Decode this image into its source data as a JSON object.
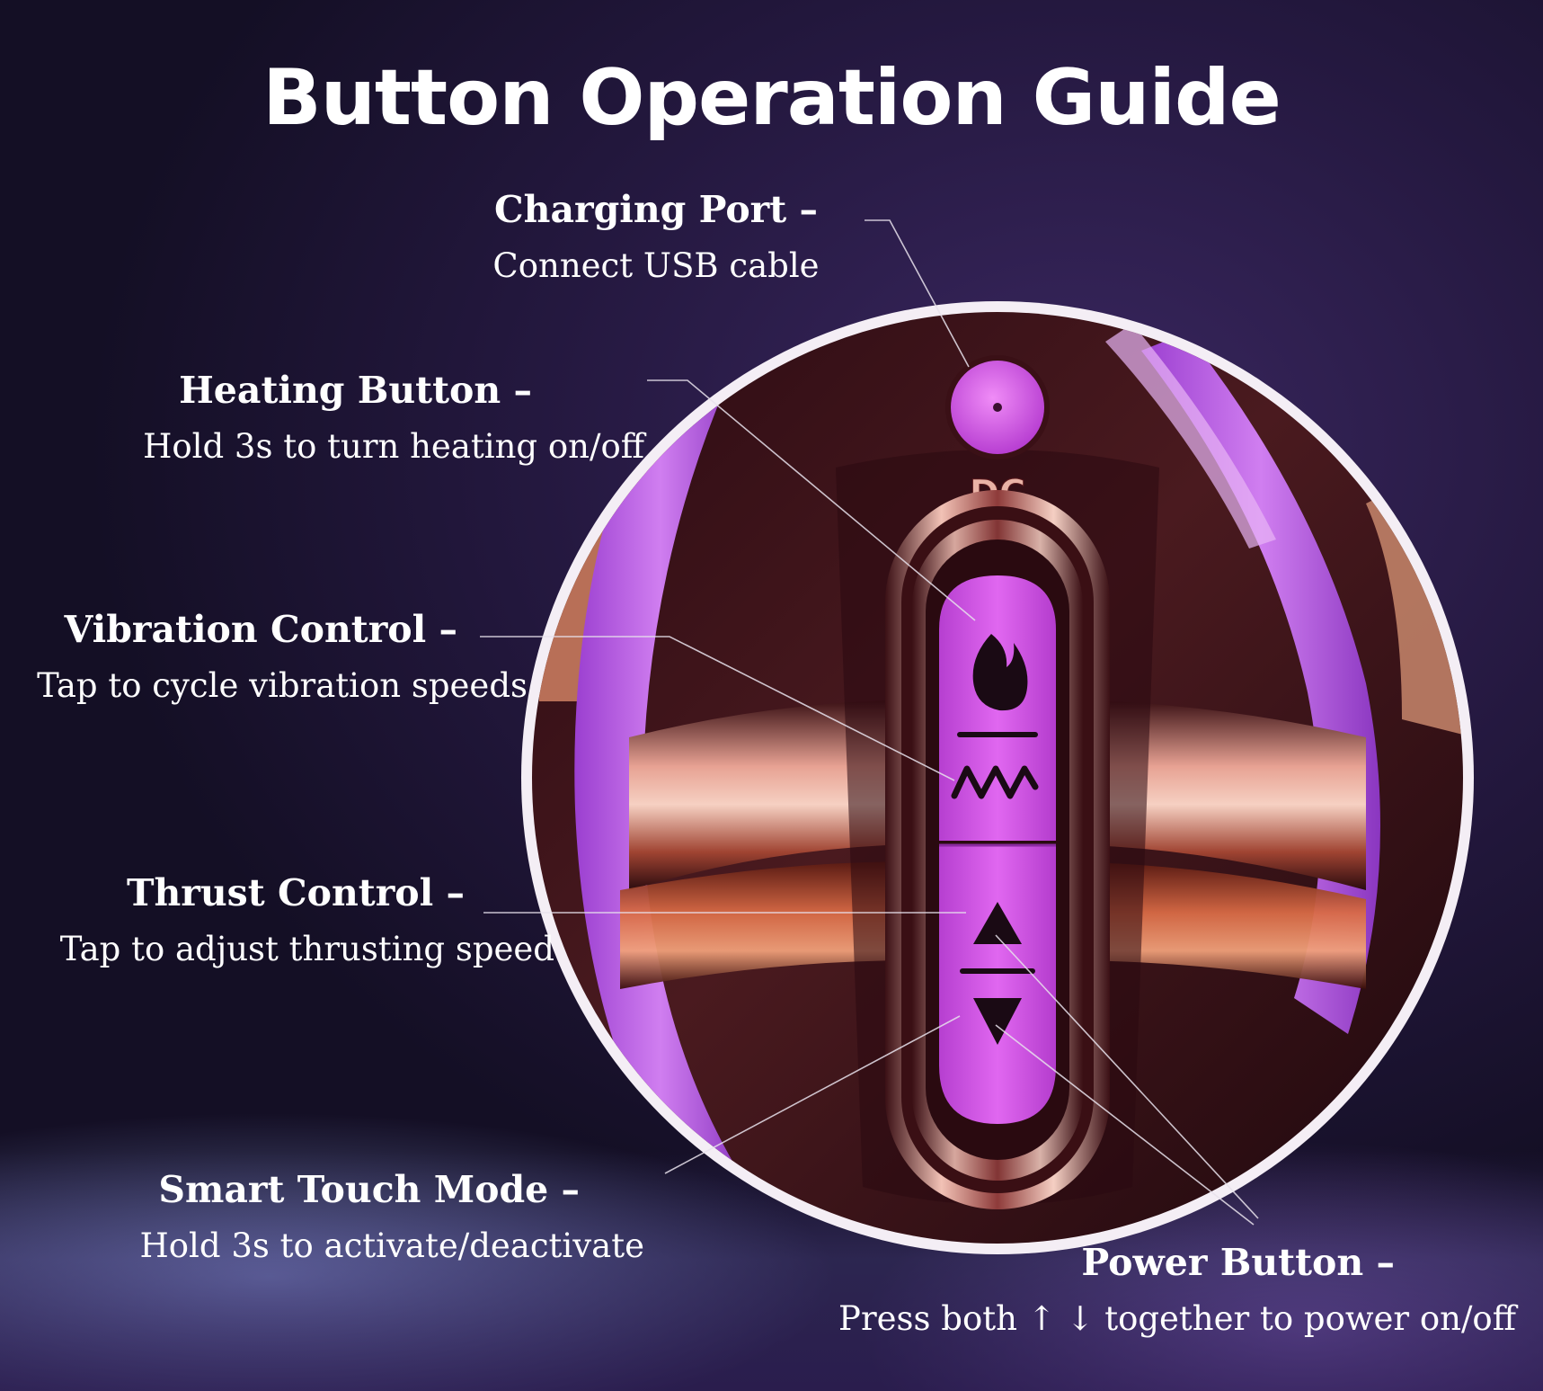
{
  "title": "Button Operation Guide",
  "labels": {
    "charging_port": {
      "name": "Charging Port –",
      "desc": "Connect USB cable"
    },
    "heating_button": {
      "name": "Heating Button –",
      "desc": "Hold 3s to turn heating on/off"
    },
    "vibration_control": {
      "name": "Vibration Control –",
      "desc": "Tap to cycle vibration speeds"
    },
    "thrust_control": {
      "name": "Thrust Control –",
      "desc": "Tap to adjust thrusting speed"
    },
    "smart_touch_mode": {
      "name": "Smart Touch Mode –",
      "desc": "Hold 3s to activate/deactivate"
    },
    "power_button": {
      "name": "Power Button –",
      "desc": "Press both ↑ ↓ together to power on/off"
    }
  },
  "device_marking": "DC",
  "icons": {
    "charging_port": "charging-port-icon",
    "heating": "flame-icon",
    "vibration": "zigzag-wave-icon",
    "thrust_up": "triangle-up-icon",
    "thrust_down": "triangle-down-icon"
  },
  "colors": {
    "button_magenta": "#d552e6",
    "chrome_rose": "#c98a7a",
    "ring_purple": "#b65be3",
    "text": "#ffffff"
  }
}
